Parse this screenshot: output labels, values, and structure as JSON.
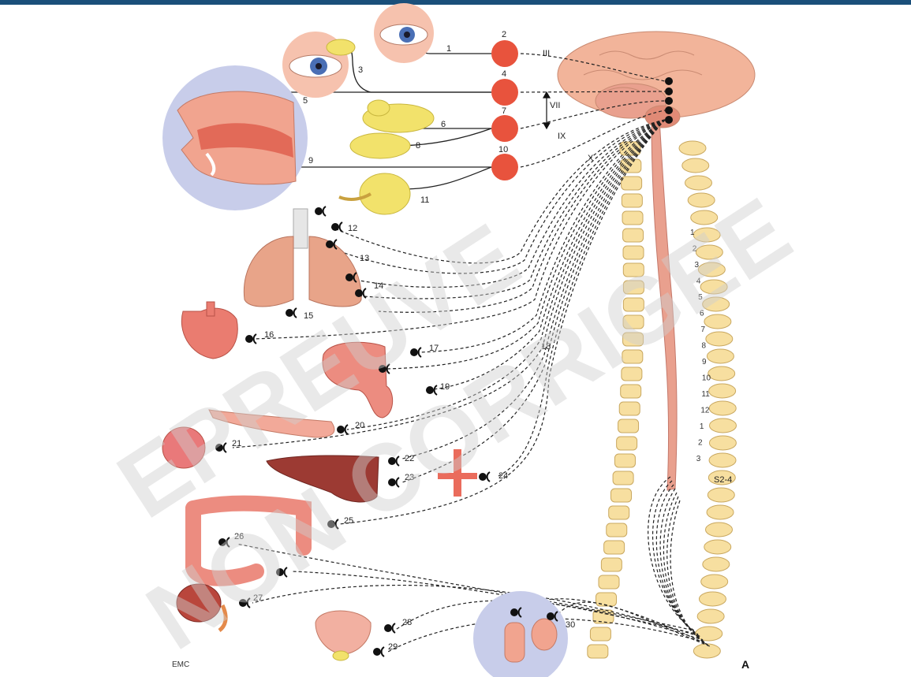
{
  "diagram": {
    "ganglion_numbers": [
      "1",
      "2",
      "3",
      "4",
      "5",
      "6",
      "7",
      "8",
      "9",
      "10",
      "11",
      "12",
      "13",
      "14",
      "15",
      "16",
      "17",
      "18",
      "19",
      "20",
      "21",
      "22",
      "23",
      "24",
      "25",
      "26",
      "27",
      "28",
      "29",
      "30"
    ],
    "cranial_nerves": [
      "III",
      "VII",
      "IX",
      "X"
    ],
    "spinal_segments": [
      "1",
      "2",
      "3",
      "4",
      "5",
      "6",
      "7",
      "8",
      "9",
      "10",
      "11",
      "12",
      "1",
      "2",
      "3"
    ],
    "sacral_label": "S2-4",
    "panel_letter": "A",
    "stamp": "EMC",
    "watermark_lines": [
      "EPREUVE",
      "NON CORRIGEE"
    ],
    "colors": {
      "brain": "#f2b49a",
      "spine_cord": "#e9a08e",
      "vertebra": "#f7dfa0",
      "ganglion_circle": "#e8533d",
      "organ": "#e98579",
      "liver": "#9c3a33",
      "gland": "#f2e26b",
      "topbar": "#1a4f7a"
    }
  }
}
